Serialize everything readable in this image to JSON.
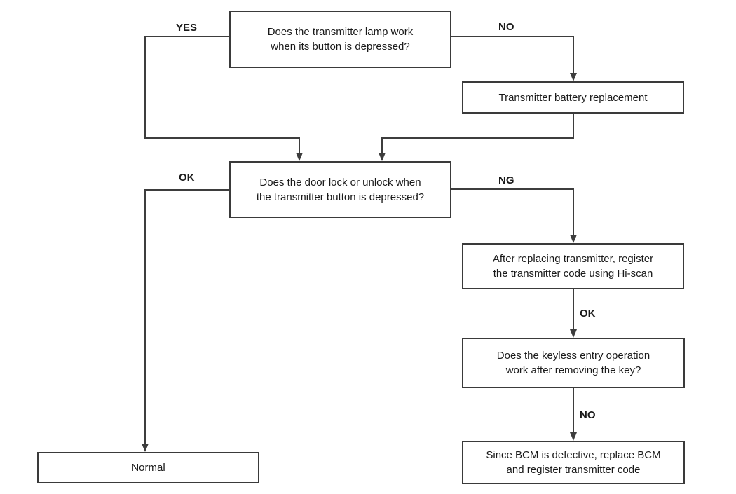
{
  "flowchart": {
    "nodes": {
      "q_lamp": {
        "lines": [
          "Does the transmitter lamp work",
          "when its button is depressed?"
        ]
      },
      "battery": {
        "lines": [
          "Transmitter battery replacement"
        ]
      },
      "q_door": {
        "lines": [
          "Does the door lock or unlock when",
          "the transmitter button is depressed?"
        ]
      },
      "register": {
        "lines": [
          "After replacing transmitter, register",
          "the transmitter code using Hi-scan"
        ]
      },
      "q_keyless": {
        "lines": [
          "Does the keyless entry operation",
          "work after removing the key?"
        ]
      },
      "bcm": {
        "lines": [
          "Since BCM is defective, replace BCM",
          "and register transmitter code"
        ]
      },
      "normal": {
        "lines": [
          "Normal"
        ]
      }
    },
    "edge_labels": {
      "yes": "YES",
      "no_top": "NO",
      "ok_left": "OK",
      "ng": "NG",
      "ok_right": "OK",
      "no_right": "NO"
    },
    "colors": {
      "line": "#3d3d3d",
      "border": "#3a3a3a",
      "text": "#1a1a1a",
      "background": "#ffffff"
    }
  }
}
